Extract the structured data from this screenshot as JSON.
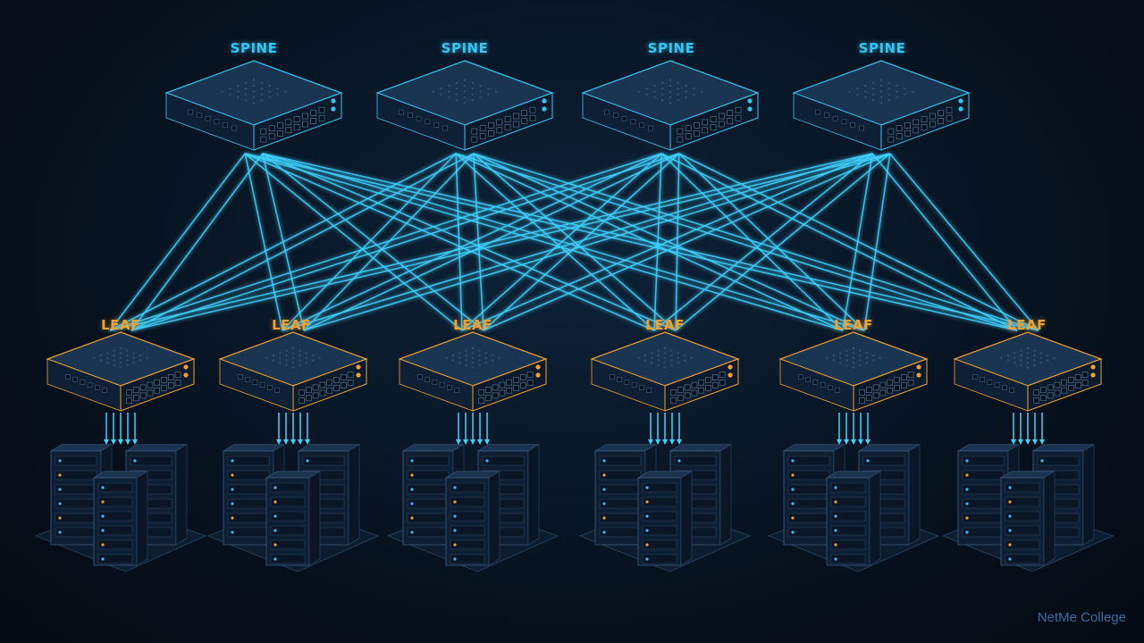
{
  "colors": {
    "spine_accent": "#35c6f0",
    "leaf_accent": "#f0a030",
    "link": "#3fd2ff",
    "device_top": "#1a3552",
    "device_side": "#0e2036",
    "device_front": "#0b1a2c",
    "watermark": "#3d7fb8"
  },
  "spines": [
    {
      "label": "SPINE"
    },
    {
      "label": "SPINE"
    },
    {
      "label": "SPINE"
    },
    {
      "label": "SPINE"
    }
  ],
  "leaves": [
    {
      "label": "LEAF"
    },
    {
      "label": "LEAF"
    },
    {
      "label": "LEAF"
    },
    {
      "label": "LEAF"
    },
    {
      "label": "LEAF"
    },
    {
      "label": "LEAF"
    }
  ],
  "topology": "full-mesh spine-leaf",
  "server_clusters_per_leaf": 1,
  "watermark": "NetMe College"
}
